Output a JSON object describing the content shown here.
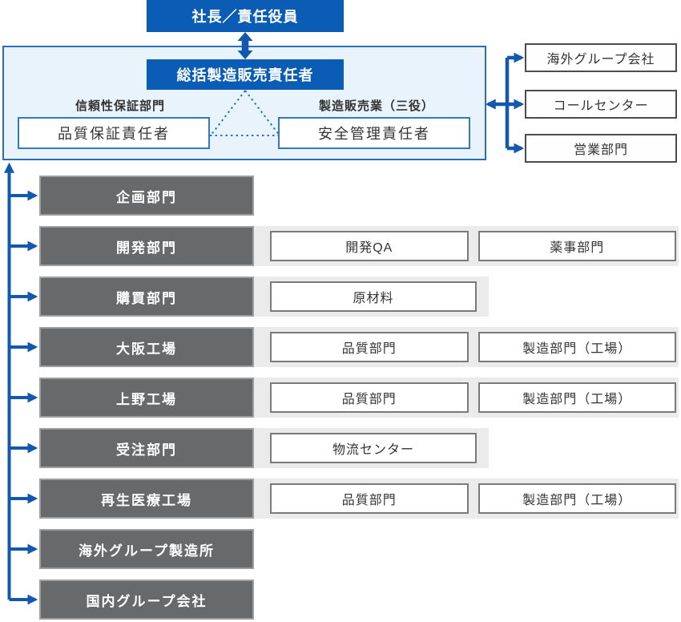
{
  "diagram_title": "organization-chart",
  "top": {
    "president": "社長／責任役員",
    "marketing_supervisor": "総括製造販売責任者",
    "reliability_label": "信頼性保証部門",
    "marketing_business_label": "製造販売業（三役）",
    "quality_assurance_manager": "品質保証責任者",
    "safety_management_manager": "安全管理責任者"
  },
  "right_branch": {
    "items": [
      {
        "label": "海外グループ会社"
      },
      {
        "label": "コールセンター"
      },
      {
        "label": "営業部門"
      }
    ]
  },
  "rows": [
    {
      "label": "企画部門",
      "children": []
    },
    {
      "label": "開発部門",
      "children": [
        "開発QA",
        "薬事部門"
      ]
    },
    {
      "label": "購買部門",
      "children": [
        "原材料"
      ]
    },
    {
      "label": "大阪工場",
      "children": [
        "品質部門",
        "製造部門（工場）"
      ]
    },
    {
      "label": "上野工場",
      "children": [
        "品質部門",
        "製造部門（工場）"
      ]
    },
    {
      "label": "受注部門",
      "children": [
        "物流センター"
      ]
    },
    {
      "label": "再生医療工場",
      "children": [
        "品質部門",
        "製造部門（工場）"
      ]
    },
    {
      "label": "海外グループ製造所",
      "children": []
    },
    {
      "label": "国内グループ会社",
      "children": []
    }
  ],
  "colors": {
    "brand_blue": "#0a5cb4",
    "arrow_blue": "#1258ae",
    "panel_bg": "#e9f3fb",
    "panel_border": "#2a6db8",
    "gray_box": "#67696a",
    "strip_bg": "#ebebeb",
    "dark_border": "#4d4d4d",
    "text_dark": "#333333"
  }
}
